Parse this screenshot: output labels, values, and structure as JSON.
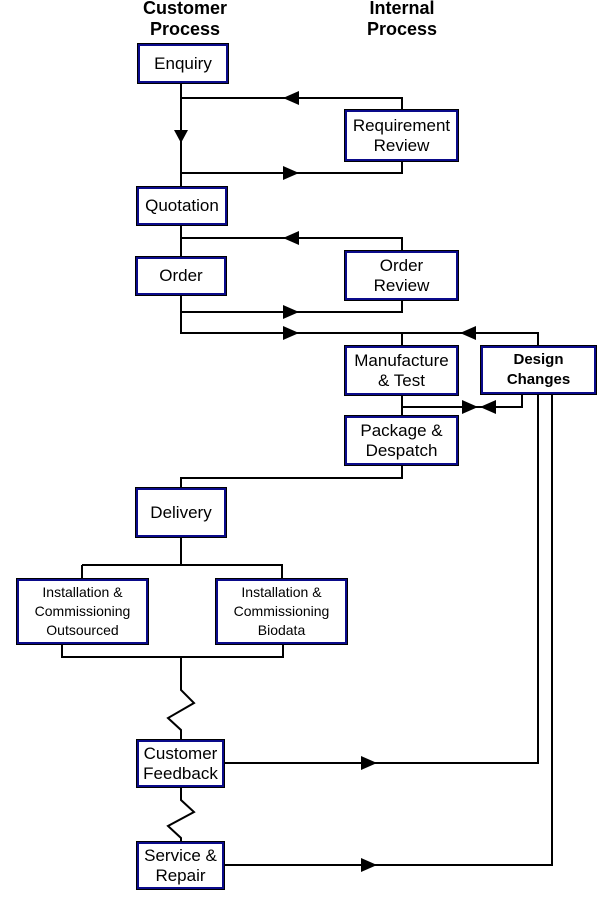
{
  "headers": {
    "customer": "Customer\nProcess",
    "internal": "Internal\nProcess"
  },
  "nodes": {
    "enquiry": "Enquiry",
    "requirement_review": "Requirement\nReview",
    "quotation": "Quotation",
    "order": "Order",
    "order_review": "Order\nReview",
    "manufacture_test": "Manufacture\n& Test",
    "design_changes": "Design\nChanges",
    "package_despatch": "Package &\nDespatch",
    "delivery": "Delivery",
    "install_outsourced": "Installation &\nCommissioning\nOutsourced",
    "install_biodata": "Installation &\nCommissioning\nBiodata",
    "customer_feedback": "Customer\nFeedback",
    "service_repair": "Service &\nRepair"
  },
  "colors": {
    "box_border": "#0a0a8a",
    "line": "#000000"
  }
}
